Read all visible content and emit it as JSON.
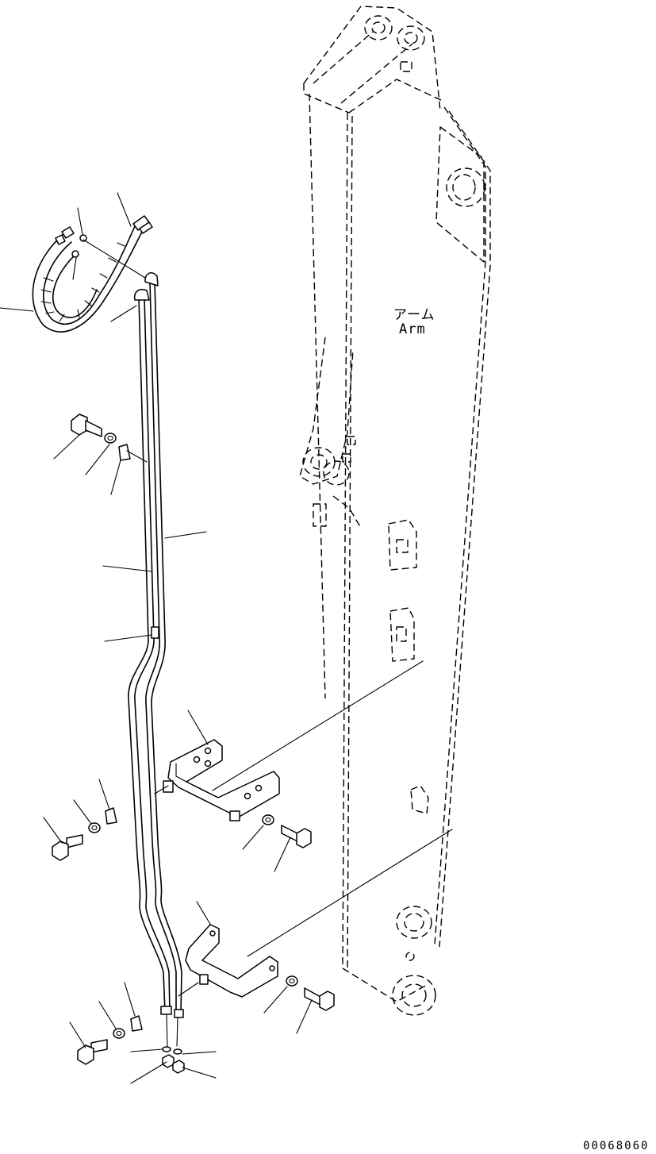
{
  "diagram": {
    "component_label_jp": "アーム",
    "component_label_en": "Arm",
    "drawing_number": "00068060"
  }
}
